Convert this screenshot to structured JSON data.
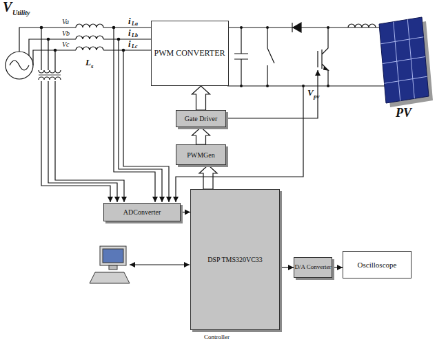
{
  "diagram": {
    "nodes": [
      {
        "text": [
          "PWM CONVERTER"
        ]
      },
      {
        "text": [
          "Gate Driver"
        ]
      },
      {
        "text": [
          "PWMGen"
        ]
      },
      {
        "text": [
          "ADConverter"
        ]
      },
      {
        "text": [
          "DSP TMS320VC33"
        ]
      },
      {
        "text": [
          "D/A Converter"
        ]
      },
      {
        "text": [
          "Oscilloscope"
        ]
      }
    ],
    "edges": [
      {
        "from": 1,
        "to": 0,
        "arrow": "to"
      },
      {
        "from": 2,
        "to": 1,
        "arrow": "to"
      },
      {
        "from": 4,
        "to": 2,
        "arrow": "to"
      },
      {
        "from": 3,
        "to": 4,
        "arrow": "to"
      },
      {
        "from": 4,
        "to": 5,
        "arrow": "to"
      },
      {
        "from": 5,
        "to": 6,
        "arrow": "to"
      }
    ],
    "labels": [
      "V",
      "Utility",
      "Va",
      "Vb",
      "Vc",
      "i",
      "La",
      "i",
      "Lb",
      "i",
      "Lc",
      "L",
      "s",
      "V",
      "pv",
      "PV",
      "Controller"
    ]
  }
}
